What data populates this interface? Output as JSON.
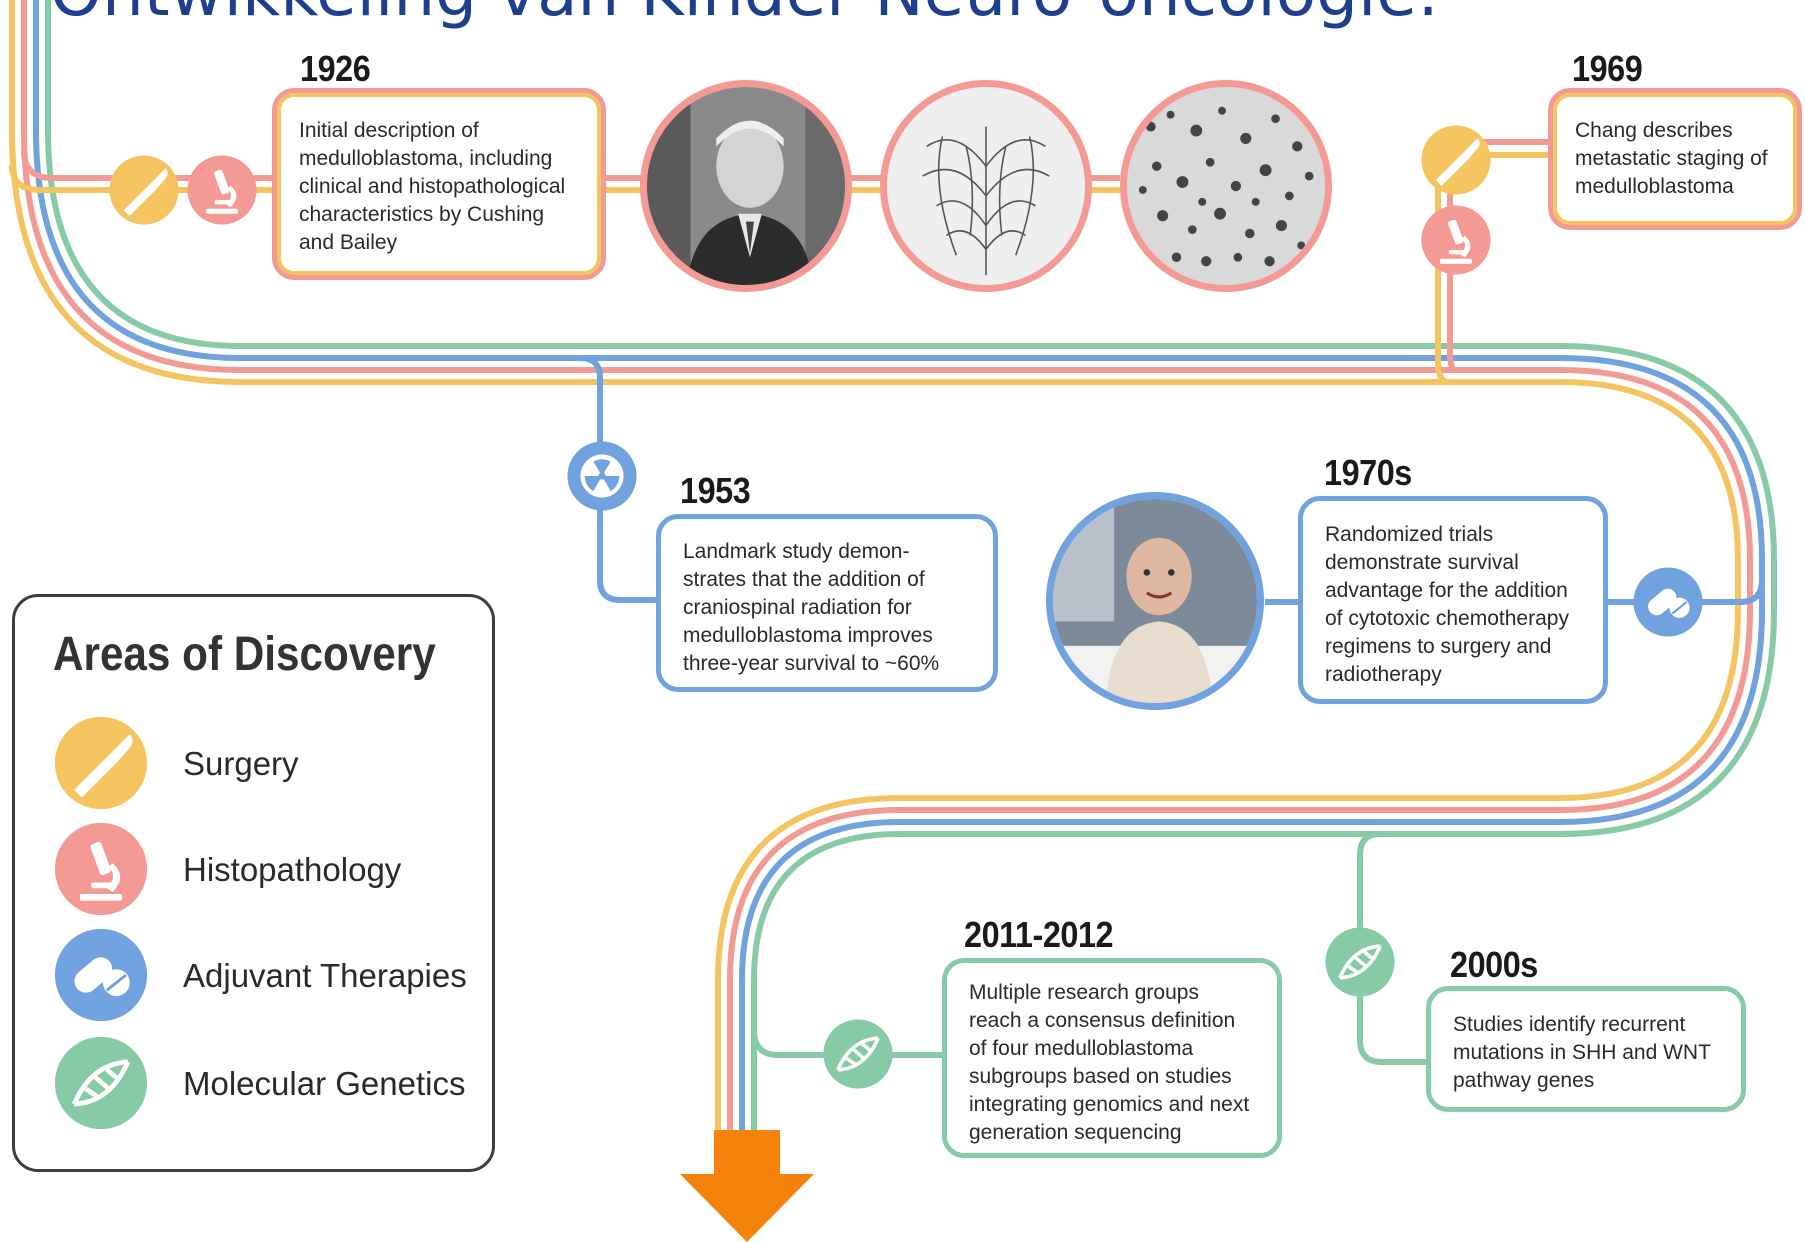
{
  "title": "Ontwikkeling van Kinder Neuro-oncologie:",
  "colors": {
    "surgery": "#f3c460",
    "histopathology": "#f39a94",
    "adjuvant": "#6fa2de",
    "molecular": "#86caa6",
    "arrow": "#f5820a",
    "title": "#1e3f8f"
  },
  "legend": {
    "title": "Areas of Discovery",
    "items": [
      {
        "label": "Surgery",
        "icon": "scalpel-icon"
      },
      {
        "label": "Histopathology",
        "icon": "microscope-icon"
      },
      {
        "label": "Adjuvant Therapies",
        "icon": "pill-capsule-icon"
      },
      {
        "label": "Molecular Genetics",
        "icon": "dna-icon"
      }
    ]
  },
  "events": {
    "e1926": {
      "year": "1926",
      "text": "Initial description of medulloblastoma, including clinical and histopathological characteristics by Cushing and Bailey"
    },
    "e1969": {
      "year": "1969",
      "text": "Chang describes metastatic staging of medulloblastoma"
    },
    "e1953": {
      "year": "1953",
      "text": "Landmark study demon-strates that the addition of craniospinal radiation for medulloblastoma improves three-year survival to ~60%"
    },
    "e1970s": {
      "year": "1970s",
      "text": "Randomized trials demonstrate survival advantage for the addition of cytotoxic chemotherapy regimens to surgery and radiotherapy"
    },
    "e2000s": {
      "year": "2000s",
      "text": "Studies identify recurrent mutations in SHH and WNT pathway genes"
    },
    "e2011": {
      "year": "2011-2012",
      "text": "Multiple research groups reach a consensus definition of four medulloblastoma subgroups based on studies integrating genomics and next generation sequencing"
    }
  }
}
